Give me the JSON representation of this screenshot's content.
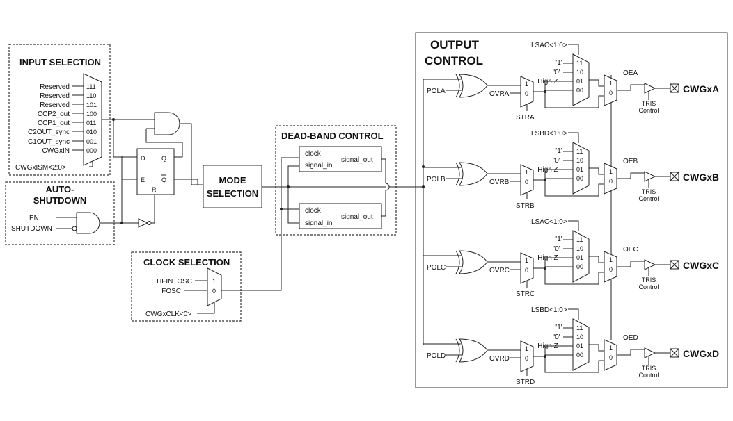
{
  "input_selection": {
    "title": "INPUT SELECTION",
    "inputs": [
      {
        "label": "Reserved",
        "code": "111"
      },
      {
        "label": "Reserved",
        "code": "110"
      },
      {
        "label": "Reserved",
        "code": "101"
      },
      {
        "label": "CCP2_out",
        "code": "100"
      },
      {
        "label": "CCP1_out",
        "code": "011"
      },
      {
        "label": "C2OUT_sync",
        "code": "010"
      },
      {
        "label": "C1OUT_sync",
        "code": "001"
      },
      {
        "label": "CWGxIN",
        "code": "000"
      }
    ],
    "select": "CWGxISM<2:0>"
  },
  "auto_shutdown": {
    "title_line1": "AUTO-",
    "title_line2": "SHUTDOWN",
    "en": "EN",
    "shutdown": "SHUTDOWN"
  },
  "latch": {
    "d": "D",
    "q": "Q",
    "e": "E",
    "qbar": "Q",
    "r": "R"
  },
  "mode_selection": {
    "line1": "MODE",
    "line2": "SELECTION"
  },
  "clock_selection": {
    "title": "CLOCK SELECTION",
    "hfintosc": "HFINTOSC",
    "fosc": "FOSC",
    "one": "1",
    "zero": "0",
    "select": "CWGxCLK<0>"
  },
  "dead_band": {
    "title": "DEAD-BAND CONTROL",
    "clock": "clock",
    "signal_in": "signal_in",
    "signal_out": "signal_out"
  },
  "output_control": {
    "title_line1": "OUTPUT",
    "title_line2": "CONTROL",
    "mux_inputs": [
      "'1'",
      "'0'",
      "High Z"
    ],
    "mux_codes": [
      "11",
      "10",
      "01",
      "00"
    ],
    "one": "1",
    "zero": "0",
    "tris": "TRIS",
    "control": "Control",
    "channels": [
      {
        "pol": "POLA",
        "ovr": "OVRA",
        "str": "STRA",
        "sel": "LSAC<1:0>",
        "oe": "OEA",
        "out": "CWGxA"
      },
      {
        "pol": "POLB",
        "ovr": "OVRB",
        "str": "STRB",
        "sel": "LSBD<1:0>",
        "oe": "OEB",
        "out": "CWGxB"
      },
      {
        "pol": "POLC",
        "ovr": "OVRC",
        "str": "STRC",
        "sel": "LSAC<1:0>",
        "oe": "OEC",
        "out": "CWGxC"
      },
      {
        "pol": "POLD",
        "ovr": "OVRD",
        "str": "STRD",
        "sel": "LSBD<1:0>",
        "oe": "OED",
        "out": "CWGxD"
      }
    ]
  }
}
